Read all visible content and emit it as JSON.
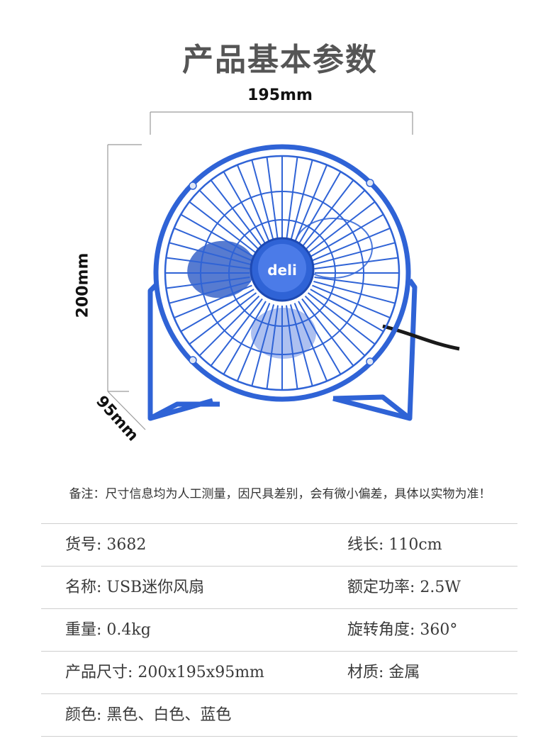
{
  "title": "产品基本参数",
  "dimensions": {
    "width": "195mm",
    "height": "200mm",
    "depth": "95mm"
  },
  "product": {
    "brand_logo": "deli",
    "colors": {
      "fan_blue": "#2f63d6",
      "cable": "#1a1a1a"
    }
  },
  "note": "备注：尺寸信息均为人工测量，因尺具差别，会有微小偏差，具体以实物为准！",
  "specs": [
    {
      "left": "货号: 3682",
      "right": "线长: 110cm"
    },
    {
      "left": "名称: USB迷你风扇",
      "right": "额定功率: 2.5W"
    },
    {
      "left": "重量: 0.4kg",
      "right": "旋转角度: 360°"
    },
    {
      "left": "产品尺寸: 200x195x95mm",
      "right": "材质: 金属"
    },
    {
      "left": "颜色: 黑色、白色、蓝色",
      "right": ""
    }
  ]
}
